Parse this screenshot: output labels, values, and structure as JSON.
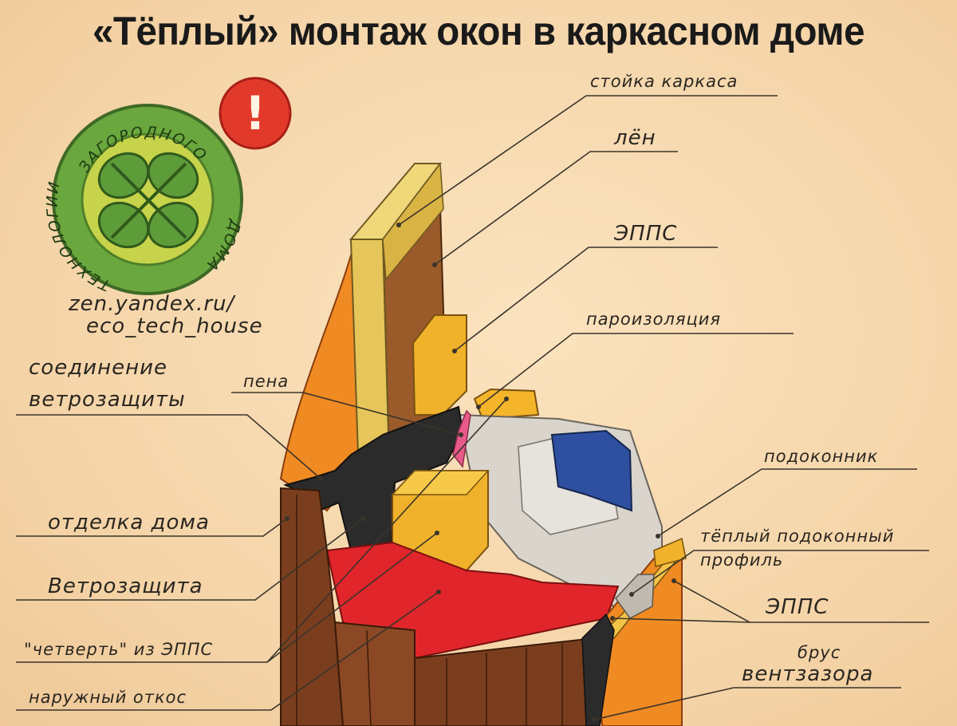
{
  "title": "«Тёплый» монтаж окон в каркасном доме",
  "logo": {
    "ring_text_top": "ЗАГОРОДНОГО",
    "ring_text_left": "ТЕХНОЛОГИИ",
    "ring_text_right": "ДОМА",
    "badge": "!"
  },
  "source": {
    "line1": "zen.yandex.ru/",
    "line2": "eco_tech_house"
  },
  "labels": {
    "stoyka": "стойка каркаса",
    "len": "лён",
    "epps_top": "ЭППС",
    "paroizolyaciya": "пароизоляция",
    "soedinenie_1": "соединение",
    "soedinenie_2": "ветрозащиты",
    "pena": "пена",
    "podokonnik": "подоконник",
    "otdelka": "отделка дома",
    "teply_profil_1": "тёплый подоконный",
    "teply_profil_2": "профиль",
    "vetrozashchita": "Ветрозащита",
    "epps_bottom": "ЭППС",
    "chetvert": "\"четверть\" из ЭППС",
    "brus_1": "брус",
    "brus_2": "вентзазора",
    "otkos": "наружный откос"
  },
  "colors": {
    "background": "#f6d9b0",
    "wood_stud": "#e6c55a",
    "flax": "#9a5a2a",
    "epps": "#f0b22a",
    "siding": "#7a3e1e",
    "windbarrier": "#2b2b2b",
    "slope_red": "#e0262b",
    "frame_grey": "#d9d4cc",
    "glass_blue": "#2f4fa0",
    "orange": "#f08a22",
    "logo_green": "#6aa73e",
    "badge_red": "#e23a2a"
  }
}
